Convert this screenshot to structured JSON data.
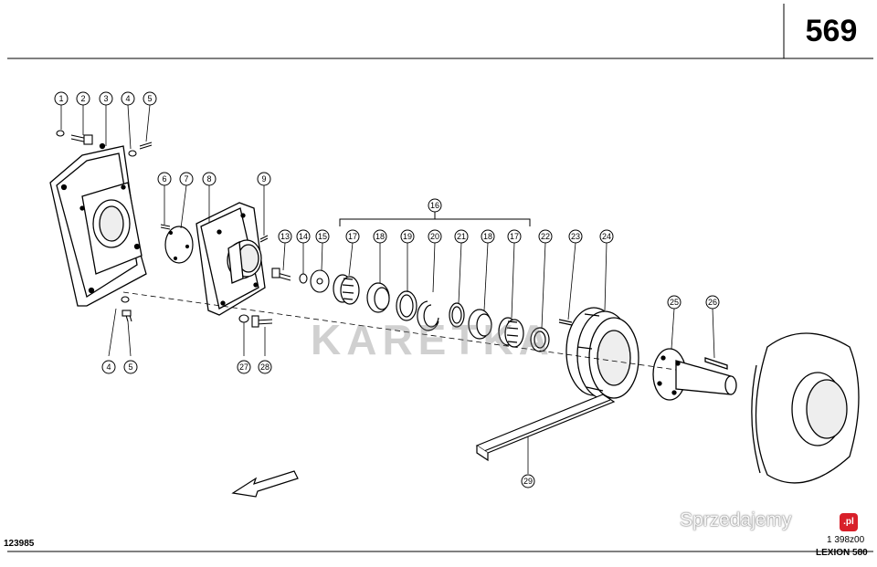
{
  "page_number": "569",
  "footer": {
    "left_code": "123985",
    "drawing_code": "1 398z00",
    "model": "LEXION 580"
  },
  "watermark": "KARETKA",
  "site_badge": {
    "text": "Sprzedajemy",
    "domain": ".pl"
  },
  "group_label": "16",
  "callouts": [
    "1",
    "2",
    "3",
    "4",
    "5",
    "6",
    "7",
    "8",
    "9",
    "13",
    "14",
    "15",
    "17",
    "18",
    "19",
    "20",
    "21",
    "18",
    "17",
    "22",
    "23",
    "24",
    "25",
    "26",
    "4",
    "5",
    "27",
    "28",
    "29"
  ],
  "colors": {
    "line": "#000000",
    "background": "#ffffff",
    "watermark": "#9a9a9a",
    "badge_red": "#d8202a"
  }
}
